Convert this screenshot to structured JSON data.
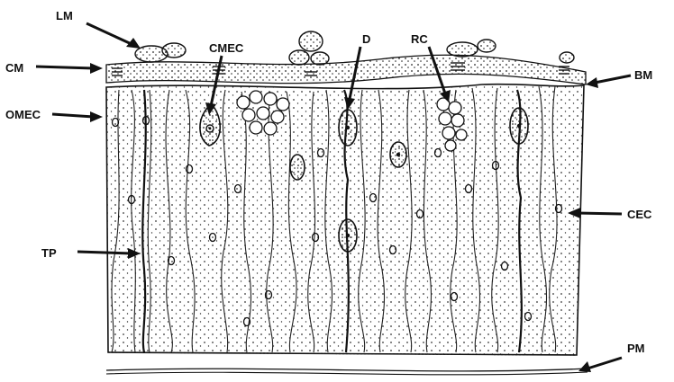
{
  "figure": {
    "labels": {
      "lm": "LM",
      "cm": "CM",
      "cmec": "CMEC",
      "d": "D",
      "rc": "RC",
      "bm": "BM",
      "omec": "OMEC",
      "cec": "CEC",
      "tp": "TP",
      "pm": "PM"
    }
  }
}
